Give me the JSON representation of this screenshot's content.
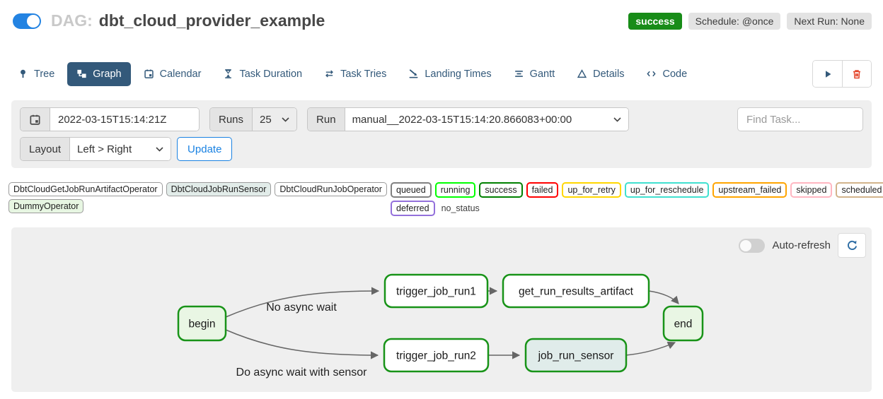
{
  "header": {
    "dag_prefix": "DAG:",
    "dag_title": "dbt_cloud_provider_example",
    "status_badge": "success",
    "schedule_badge": "Schedule: @once",
    "next_run_badge": "Next Run: None"
  },
  "tabs": [
    {
      "label": "Tree",
      "icon": "pin-icon"
    },
    {
      "label": "Graph",
      "icon": "graph-icon",
      "active": true
    },
    {
      "label": "Calendar",
      "icon": "calendar-icon"
    },
    {
      "label": "Task Duration",
      "icon": "hourglass-icon"
    },
    {
      "label": "Task Tries",
      "icon": "repeat-icon"
    },
    {
      "label": "Landing Times",
      "icon": "plane-landing-icon"
    },
    {
      "label": "Gantt",
      "icon": "gantt-bars-icon"
    },
    {
      "label": "Details",
      "icon": "triangle-icon"
    },
    {
      "label": "Code",
      "icon": "code-brackets-icon"
    }
  ],
  "filters": {
    "base_date_value": "2022-03-15T15:14:21Z",
    "runs_label": "Runs",
    "runs_value": "25",
    "run_label": "Run",
    "run_value": "manual__2022-03-15T15:14:20.866083+00:00",
    "find_task_placeholder": "Find Task...",
    "layout_label": "Layout",
    "layout_value": "Left > Right",
    "update_label": "Update"
  },
  "legend": {
    "operators": [
      {
        "label": "DbtCloudGetJobRunArtifactOperator",
        "fill": "#ffffff"
      },
      {
        "label": "DbtCloudJobRunSensor",
        "fill": "#e2ece9"
      },
      {
        "label": "DbtCloudRunJobOperator",
        "fill": "#ffffff"
      },
      {
        "label": "DummyOperator",
        "fill": "#e7f6e2"
      }
    ],
    "statuses": [
      {
        "label": "queued",
        "border": "#808080"
      },
      {
        "label": "running",
        "border": "#00ff00"
      },
      {
        "label": "success",
        "border": "#008000"
      },
      {
        "label": "failed",
        "border": "#ff0000"
      },
      {
        "label": "up_for_retry",
        "border": "#ffd700"
      },
      {
        "label": "up_for_reschedule",
        "border": "#40e0d0"
      },
      {
        "label": "upstream_failed",
        "border": "#ffa500"
      },
      {
        "label": "skipped",
        "border": "#ffb6c1"
      },
      {
        "label": "scheduled",
        "border": "#d2b48c"
      },
      {
        "label": "deferred",
        "border": "#9370db"
      }
    ],
    "no_status_label": "no_status"
  },
  "graph": {
    "auto_refresh_label": "Auto-refresh",
    "node_border_color": "#189318",
    "edge_color": "#666666",
    "nodes": [
      {
        "id": "begin",
        "label": "begin",
        "fill": "#e9f6e4"
      },
      {
        "id": "trigger_job_run1",
        "label": "trigger_job_run1",
        "fill": "#ffffff"
      },
      {
        "id": "get_run_results_artifact",
        "label": "get_run_results_artifact",
        "fill": "#ffffff"
      },
      {
        "id": "trigger_job_run2",
        "label": "trigger_job_run2",
        "fill": "#ffffff"
      },
      {
        "id": "job_run_sensor",
        "label": "job_run_sensor",
        "fill": "#e0ecea"
      },
      {
        "id": "end",
        "label": "end",
        "fill": "#e9f6e4"
      }
    ],
    "edges": [
      {
        "from": "begin",
        "to": "trigger_job_run1",
        "label": "No async wait"
      },
      {
        "from": "begin",
        "to": "trigger_job_run2",
        "label": "Do async wait with sensor"
      },
      {
        "from": "trigger_job_run1",
        "to": "get_run_results_artifact",
        "label": ""
      },
      {
        "from": "get_run_results_artifact",
        "to": "end",
        "label": ""
      },
      {
        "from": "trigger_job_run2",
        "to": "job_run_sensor",
        "label": ""
      },
      {
        "from": "job_run_sensor",
        "to": "end",
        "label": ""
      }
    ]
  },
  "colors": {
    "toggle_blue": "#2383e2",
    "active_tab": "#33597a",
    "success_green": "#188c18",
    "update_blue": "#1a82e2",
    "trash_red": "#e4462b",
    "panel_gray": "#efefef"
  }
}
